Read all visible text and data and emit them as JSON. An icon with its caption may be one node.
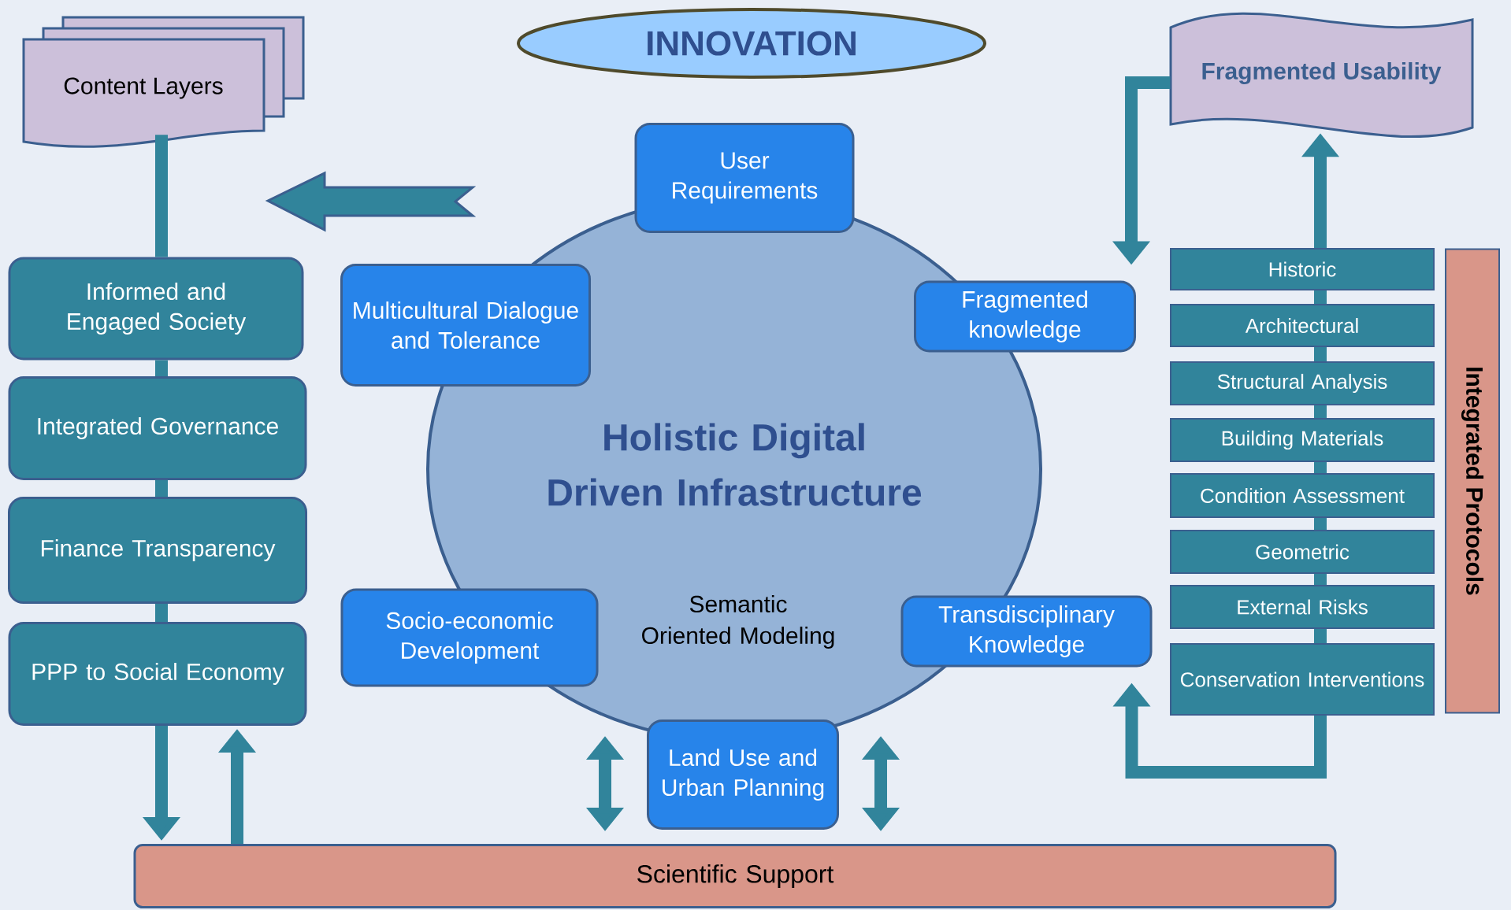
{
  "diagram": {
    "nodes": [
      {
        "text": [
          "INNOVATION"
        ]
      },
      {
        "text": [
          "Content Layers"
        ]
      },
      {
        "text": [
          "Fragmented Usability"
        ]
      },
      {
        "text": [
          "User Requirements"
        ]
      },
      {
        "text": [
          "Holistic Digital Driven Infrastructure",
          "Semantic Oriented Modeling"
        ]
      },
      {
        "text": [
          "Multicultural Dialogue and Tolerance"
        ]
      },
      {
        "text": [
          "Fragmented knowledge"
        ]
      },
      {
        "text": [
          "Informed and Engaged Society"
        ]
      },
      {
        "text": [
          "Integrated Governance"
        ]
      },
      {
        "text": [
          "Finance Transparency"
        ]
      },
      {
        "text": [
          "PPP to Social Economy"
        ]
      },
      {
        "text": [
          "Socio-economic Development"
        ]
      },
      {
        "text": [
          "Transdisciplinary Knowledge"
        ]
      },
      {
        "text": [
          "Land Use and Urban Planning"
        ]
      },
      {
        "text": [
          "Historic"
        ]
      },
      {
        "text": [
          "Architectural"
        ]
      },
      {
        "text": [
          "Structural Analysis"
        ]
      },
      {
        "text": [
          "Building Materials"
        ]
      },
      {
        "text": [
          "Condition Assessment"
        ]
      },
      {
        "text": [
          "Geometric"
        ]
      },
      {
        "text": [
          "External Risks"
        ]
      },
      {
        "text": [
          "Conservation Interventions"
        ]
      },
      {
        "text": [
          "Integrated Protocols"
        ]
      },
      {
        "text": [
          "Scientific Support"
        ]
      }
    ],
    "edges": [
      {
        "from": 1,
        "to": 7,
        "arrow": "none"
      },
      {
        "from": 7,
        "to": 8,
        "arrow": "none"
      },
      {
        "from": 8,
        "to": 9,
        "arrow": "none"
      },
      {
        "from": 9,
        "to": 10,
        "arrow": "none"
      },
      {
        "from": 10,
        "to": 23,
        "arrow": "to"
      },
      {
        "from": 23,
        "to": 10,
        "arrow": "to"
      },
      {
        "from": 4,
        "to": 23,
        "arrow": "both"
      },
      {
        "from": 4,
        "to": 23,
        "arrow": "both"
      },
      {
        "from": 2,
        "to": 6,
        "arrow": "to"
      },
      {
        "from": 14,
        "to": 2,
        "arrow": "to"
      },
      {
        "from": 14,
        "to": 15,
        "arrow": "none"
      },
      {
        "from": 15,
        "to": 16,
        "arrow": "none"
      },
      {
        "from": 16,
        "to": 17,
        "arrow": "none"
      },
      {
        "from": 17,
        "to": 18,
        "arrow": "none"
      },
      {
        "from": 18,
        "to": 19,
        "arrow": "none"
      },
      {
        "from": 19,
        "to": 20,
        "arrow": "none"
      },
      {
        "from": 20,
        "to": 21,
        "arrow": "none"
      },
      {
        "from": 21,
        "to": 12,
        "arrow": "to"
      }
    ]
  }
}
